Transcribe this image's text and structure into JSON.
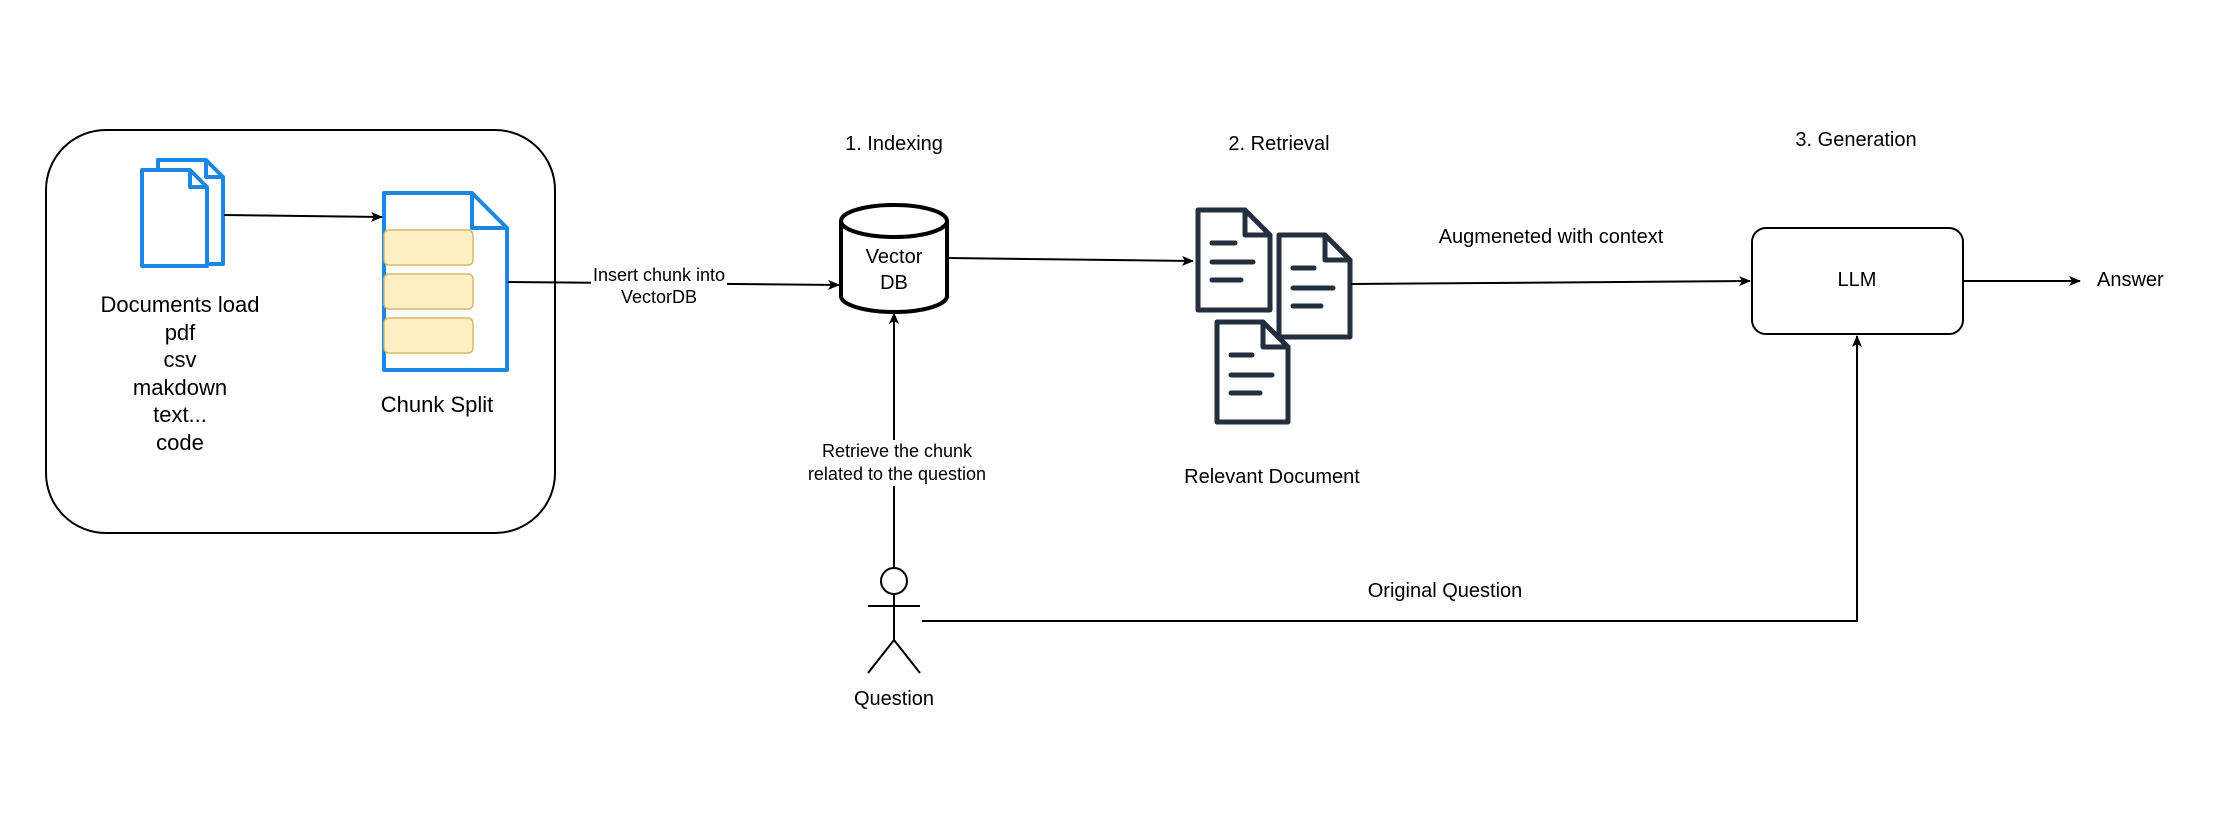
{
  "stages": {
    "indexing": "1. Indexing",
    "retrieval": "2. Retrieval",
    "generation": "3. Generation"
  },
  "documents": {
    "lines": [
      "Documents load",
      "pdf",
      "csv",
      "makdown",
      "text...",
      "code"
    ]
  },
  "chunk_split": "Chunk Split",
  "insert_edge": {
    "lines": [
      "Insert chunk into",
      "VectorDB"
    ]
  },
  "vector_db": {
    "lines": [
      "Vector",
      "DB"
    ]
  },
  "relevant_document": "Relevant Document",
  "augmented_edge": "Augmeneted with context",
  "llm": "LLM",
  "answer": "Answer",
  "retrieve_edge": {
    "lines": [
      "Retrieve the chunk",
      "related to the question"
    ]
  },
  "original_question_edge": "Original Question",
  "question": "Question",
  "colors": {
    "doc_blue": "#1c86e0",
    "chunk_fill": "#fdf0c5",
    "chunk_stroke": "#d8b968",
    "dark_doc": "#232f3e",
    "line": "#000000"
  }
}
